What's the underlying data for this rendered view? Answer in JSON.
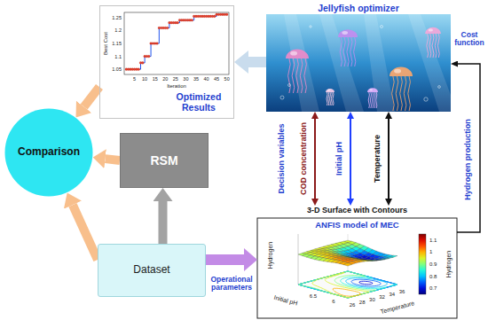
{
  "diagram": {
    "nodes": [
      {
        "text": [
          "Optimized Results"
        ]
      },
      {
        "text": [
          "Jellyfish optimizer"
        ]
      },
      {
        "text": [
          "Comparison"
        ]
      },
      {
        "text": [
          "RSM"
        ]
      },
      {
        "text": [
          "Dataset"
        ]
      },
      {
        "text": [
          "3-D Surface with Contours",
          "ANFIS model of MEC"
        ]
      }
    ],
    "edges": [
      {
        "from": 1,
        "to": 0,
        "arrow": "to"
      },
      {
        "from": 0,
        "to": 2,
        "arrow": "to"
      },
      {
        "from": 3,
        "to": 2,
        "arrow": "to"
      },
      {
        "from": 4,
        "to": 2,
        "arrow": "to"
      },
      {
        "from": 4,
        "to": 3,
        "arrow": "to"
      },
      {
        "from": 4,
        "to": 5,
        "label": "Operational parameters",
        "arrow": "to"
      },
      {
        "from": 1,
        "to": 5,
        "label": "COD concentration",
        "arrow": "both"
      },
      {
        "from": 1,
        "to": 5,
        "label": "Initial pH",
        "arrow": "both"
      },
      {
        "from": 1,
        "to": 5,
        "label": "Temperature",
        "arrow": "both"
      },
      {
        "from": 5,
        "to": 1,
        "label": "Cost function",
        "arrow": "to"
      }
    ],
    "labels": [
      "Decision variables",
      "Hydrogen production",
      "Best Cost",
      "Iteration",
      "1.05",
      "1.1",
      "1.15",
      "1.2",
      "1.25",
      "5",
      "10",
      "15",
      "20",
      "25",
      "30",
      "35",
      "40",
      "45",
      "50",
      "Hydrogen",
      "Initial pH",
      "6",
      "6.5",
      "Temperature",
      "26",
      "28",
      "30",
      "32",
      "34",
      "36",
      "1.1",
      "1",
      "0.9",
      "0.8",
      "0.7",
      "Hydrogen"
    ]
  }
}
